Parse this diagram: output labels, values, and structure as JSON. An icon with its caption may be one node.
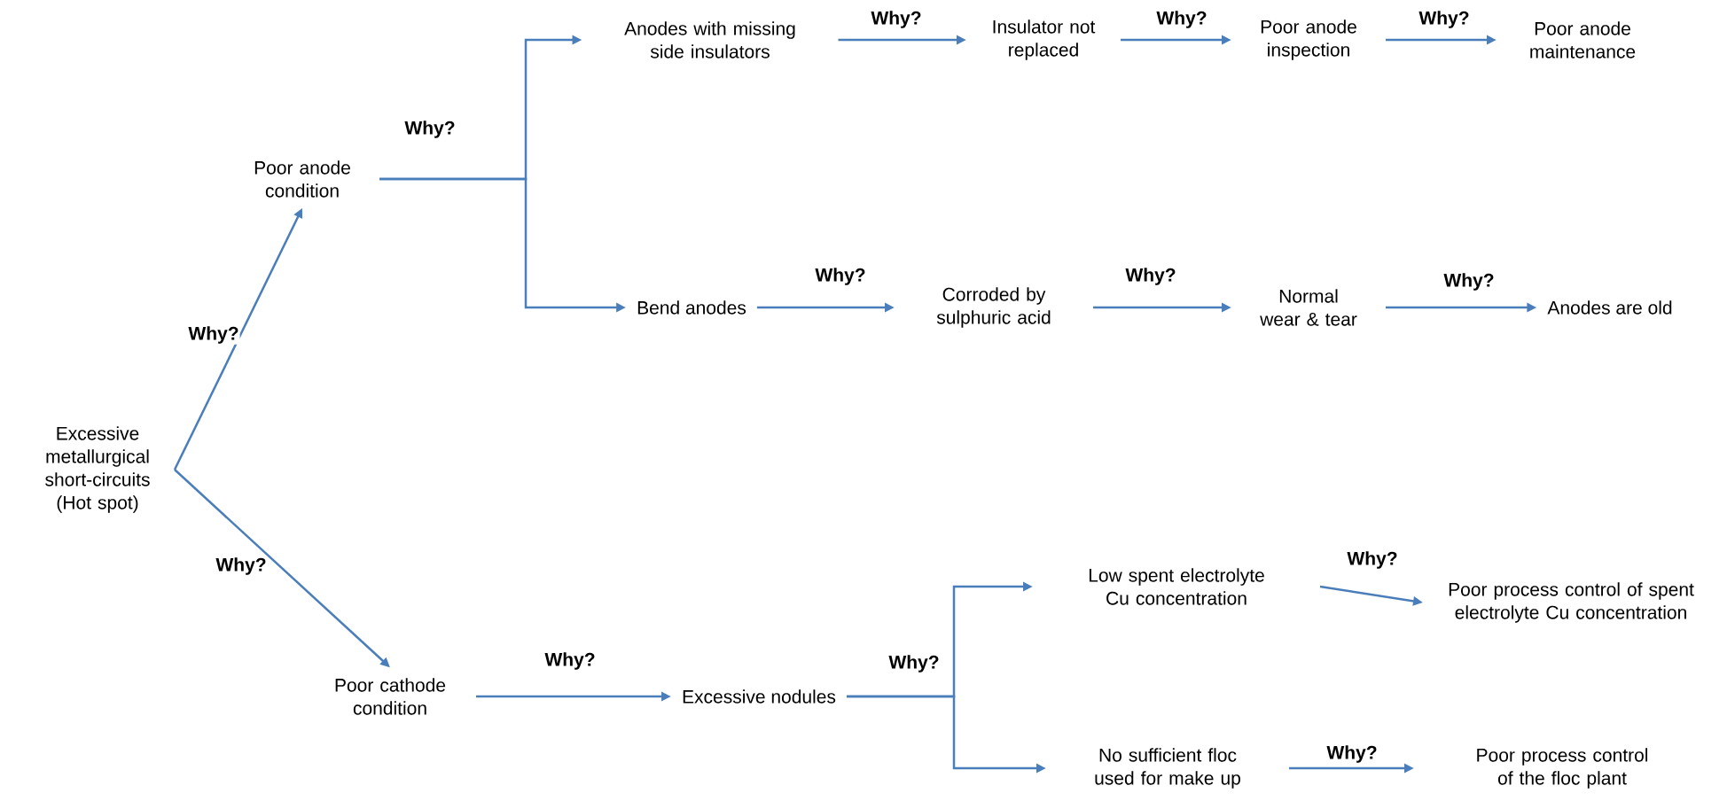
{
  "diagram": {
    "nodes": [
      {
        "text": [
          "Excessive metallurgical short-circuits (Hot spot)"
        ]
      },
      {
        "text": [
          "Poor anode condition"
        ]
      },
      {
        "text": [
          "Poor cathode condition"
        ]
      },
      {
        "text": [
          "Anodes with missing side insulators"
        ]
      },
      {
        "text": [
          "Insulator not replaced"
        ]
      },
      {
        "text": [
          "Poor anode inspection"
        ]
      },
      {
        "text": [
          "Poor anode maintenance"
        ]
      },
      {
        "text": [
          "Bend anodes"
        ]
      },
      {
        "text": [
          "Corroded by sulphuric acid"
        ]
      },
      {
        "text": [
          "Normal wear & tear"
        ]
      },
      {
        "text": [
          "Anodes are old"
        ]
      },
      {
        "text": [
          "Excessive nodules"
        ]
      },
      {
        "text": [
          "Low spent electrolyte Cu concentration"
        ]
      },
      {
        "text": [
          "Poor process control of spent electrolyte Cu concentration"
        ]
      },
      {
        "text": [
          "No sufficient floc used for make up"
        ]
      },
      {
        "text": [
          "Poor process control of the floc plant"
        ]
      }
    ],
    "edges": [
      {
        "from": 0,
        "to": 1,
        "arrow": "to",
        "label": "Why?"
      },
      {
        "from": 0,
        "to": 2,
        "arrow": "to",
        "label": "Why?"
      },
      {
        "from": 1,
        "to": 3,
        "arrow": "to",
        "label": "Why?"
      },
      {
        "from": 1,
        "to": 7,
        "arrow": "to"
      },
      {
        "from": 3,
        "to": 4,
        "arrow": "to",
        "label": "Why?"
      },
      {
        "from": 4,
        "to": 5,
        "arrow": "to",
        "label": "Why?"
      },
      {
        "from": 5,
        "to": 6,
        "arrow": "to",
        "label": "Why?"
      },
      {
        "from": 7,
        "to": 8,
        "arrow": "to",
        "label": "Why?"
      },
      {
        "from": 8,
        "to": 9,
        "arrow": "to",
        "label": "Why?"
      },
      {
        "from": 9,
        "to": 10,
        "arrow": "to",
        "label": "Why?"
      },
      {
        "from": 2,
        "to": 11,
        "arrow": "to",
        "label": "Why?"
      },
      {
        "from": 11,
        "to": 12,
        "arrow": "to",
        "label": "Why?"
      },
      {
        "from": 11,
        "to": 14,
        "arrow": "to"
      },
      {
        "from": 12,
        "to": 13,
        "arrow": "to",
        "label": "Why?"
      },
      {
        "from": 14,
        "to": 15,
        "arrow": "to",
        "label": "Why?"
      }
    ]
  }
}
